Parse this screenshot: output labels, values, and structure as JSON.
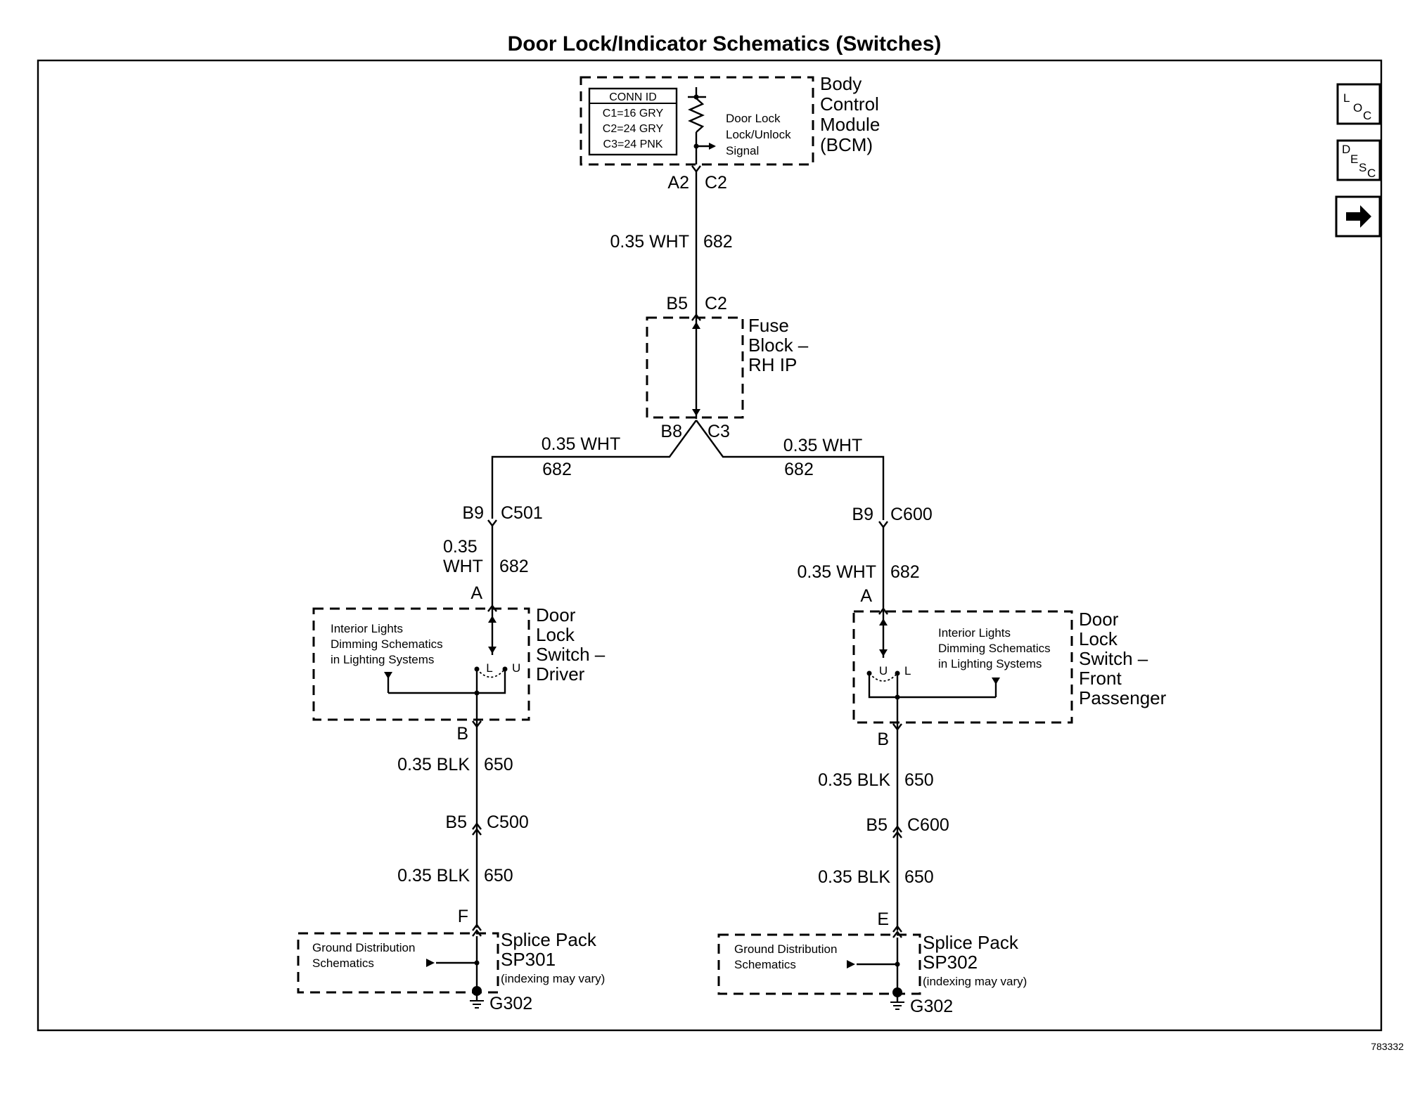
{
  "title": "Door Lock/Indicator Schematics (Switches)",
  "figure_id": "783332",
  "nav_buttons": [
    {
      "name": "loc-button",
      "main": "L",
      "sub": "O",
      "sub2": "C"
    },
    {
      "name": "desc-button",
      "main": "D",
      "sub": "E",
      "sub2": "S",
      "sub3": "C"
    },
    {
      "name": "next-arrow-button",
      "icon": "arrow-right-icon"
    }
  ],
  "bcm": {
    "label_lines": [
      "Body",
      "Control",
      "Module",
      "(BCM)"
    ],
    "conn_id_header": "CONN ID",
    "conn_ids": [
      "C1=16 GRY",
      "C2=24 GRY",
      "C3=24 PNK"
    ],
    "signal_lines": [
      "Door Lock",
      "Lock/Unlock",
      "Signal"
    ],
    "pin": "A2",
    "connector": "C2"
  },
  "wire_bcm_fuse": {
    "gauge": "0.35 WHT",
    "circuit": "682"
  },
  "fuse_block": {
    "label_lines": [
      "Fuse",
      "Block –",
      "RH IP"
    ],
    "top_pin": "B5",
    "top_connector": "C2",
    "bottom_pin": "B8",
    "bottom_connector": "C3"
  },
  "left_branch": {
    "wire_top": {
      "gauge": "0.35 WHT",
      "circuit": "682"
    },
    "inline": {
      "pin": "B9",
      "connector": "C501"
    },
    "wire_mid": {
      "gauge_lines": [
        "0.35",
        "WHT"
      ],
      "circuit": "682"
    },
    "switch": {
      "pin_top": "A",
      "label_lines": [
        "Door",
        "Lock",
        "Switch –",
        "Driver"
      ],
      "ref_lines": [
        "Interior Lights",
        "Dimming Schematics",
        "in Lighting Systems"
      ],
      "pos_l": "L",
      "pos_u": "U",
      "pin_bottom": "B"
    },
    "wire_low1": {
      "gauge": "0.35 BLK",
      "circuit": "650"
    },
    "inline2": {
      "pin": "B5",
      "connector": "C500"
    },
    "wire_low2": {
      "gauge": "0.35 BLK",
      "circuit": "650"
    },
    "splice": {
      "pin": "F",
      "ref_lines": [
        "Ground Distribution",
        "Schematics"
      ],
      "label_lines": [
        "Splice Pack",
        "SP301"
      ],
      "note": "(indexing may vary)",
      "ground": "G302"
    }
  },
  "right_branch": {
    "wire_top": {
      "gauge": "0.35 WHT",
      "circuit": "682"
    },
    "inline": {
      "pin": "B9",
      "connector": "C600"
    },
    "wire_mid": {
      "gauge": "0.35 WHT",
      "circuit": "682"
    },
    "switch": {
      "pin_top": "A",
      "label_lines": [
        "Door",
        "Lock",
        "Switch –",
        "Front",
        "Passenger"
      ],
      "ref_lines": [
        "Interior Lights",
        "Dimming Schematics",
        "in Lighting Systems"
      ],
      "pos_u": "U",
      "pos_l": "L",
      "pin_bottom": "B"
    },
    "wire_low1": {
      "gauge": "0.35 BLK",
      "circuit": "650"
    },
    "inline2": {
      "pin": "B5",
      "connector": "C600"
    },
    "wire_low2": {
      "gauge": "0.35 BLK",
      "circuit": "650"
    },
    "splice": {
      "pin": "E",
      "ref_lines": [
        "Ground Distribution",
        "Schematics"
      ],
      "label_lines": [
        "Splice Pack",
        "SP302"
      ],
      "note": "(indexing may vary)",
      "ground": "G302"
    }
  }
}
